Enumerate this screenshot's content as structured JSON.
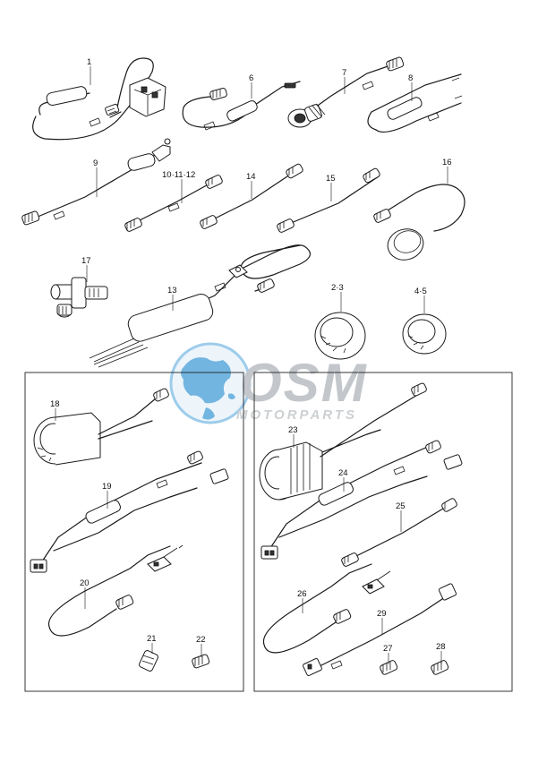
{
  "watermark": {
    "brand": "OSM",
    "tagline": "MOTORPARTS",
    "globe_color": "#5aa9dc",
    "text_color": "#b9bdc2"
  },
  "callouts": [
    {
      "id": "1",
      "label": "1"
    },
    {
      "id": "6",
      "label": "6"
    },
    {
      "id": "7",
      "label": "7"
    },
    {
      "id": "8",
      "label": "8"
    },
    {
      "id": "9",
      "label": "9"
    },
    {
      "id": "10-11-12",
      "label": "10·11·12"
    },
    {
      "id": "14",
      "label": "14"
    },
    {
      "id": "15",
      "label": "15"
    },
    {
      "id": "16",
      "label": "16"
    },
    {
      "id": "17",
      "label": "17"
    },
    {
      "id": "13",
      "label": "13"
    },
    {
      "id": "2-3",
      "label": "2·3"
    },
    {
      "id": "4-5",
      "label": "4·5"
    },
    {
      "id": "18",
      "label": "18"
    },
    {
      "id": "19",
      "label": "19"
    },
    {
      "id": "20",
      "label": "20"
    },
    {
      "id": "21",
      "label": "21"
    },
    {
      "id": "22",
      "label": "22"
    },
    {
      "id": "23",
      "label": "23"
    },
    {
      "id": "24",
      "label": "24"
    },
    {
      "id": "25",
      "label": "25"
    },
    {
      "id": "26",
      "label": "26"
    },
    {
      "id": "29",
      "label": "29"
    },
    {
      "id": "27",
      "label": "27"
    },
    {
      "id": "28",
      "label": "28"
    }
  ]
}
